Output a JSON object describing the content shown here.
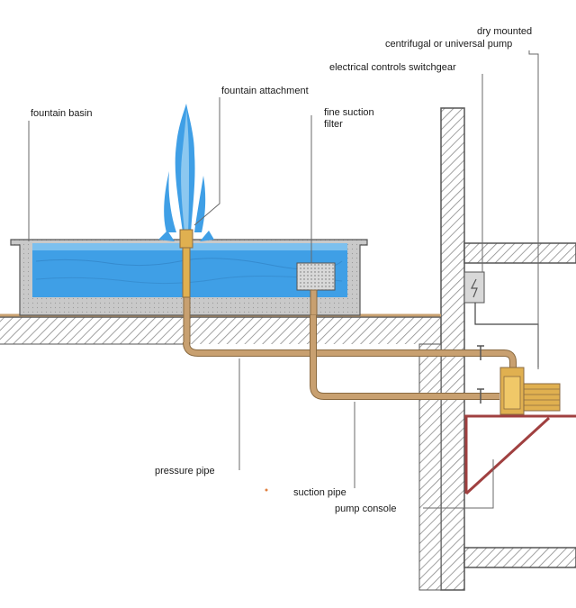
{
  "labels": {
    "pump_line1": "dry mounted",
    "pump_line2": "centrifugal or universal pump",
    "switchgear": "electrical controls switchgear",
    "attachment": "fountain attachment",
    "basin": "fountain basin",
    "filter_line1": "fine suction",
    "filter_line2": "filter",
    "pressure_pipe": "pressure pipe",
    "suction_pipe": "suction pipe",
    "pump_console": "pump console"
  },
  "colors": {
    "water": "#3f9fe6",
    "water_light": "#8cc8f0",
    "concrete": "#c9c9c9",
    "hatch": "#8a8a8a",
    "pipe": "#c8a070",
    "pipe_dark": "#8a6a40",
    "pump": "#e0b050",
    "bracket": "#a04040"
  }
}
